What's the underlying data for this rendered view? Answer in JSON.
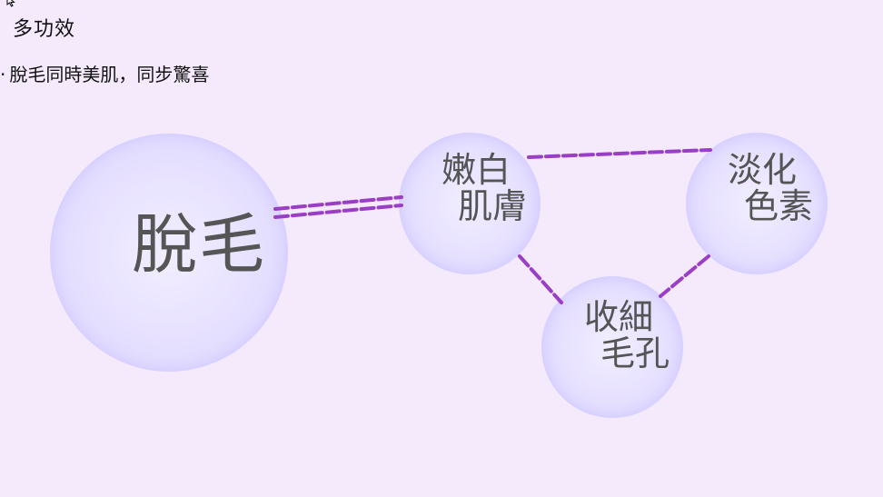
{
  "header": {
    "title": "多功效",
    "subtitle_bullet": "·",
    "subtitle": "脫毛同時美肌，同步驚喜"
  },
  "diagram": {
    "nodes": {
      "main": {
        "label": "脫毛"
      },
      "whitening": {
        "line1": "嫩白",
        "line2": "肌膚"
      },
      "pigment": {
        "line1": "淡化",
        "line2": "色素"
      },
      "pores": {
        "line1": "收細",
        "line2": "毛孔"
      }
    },
    "connector_color": "#9a3ec6"
  }
}
